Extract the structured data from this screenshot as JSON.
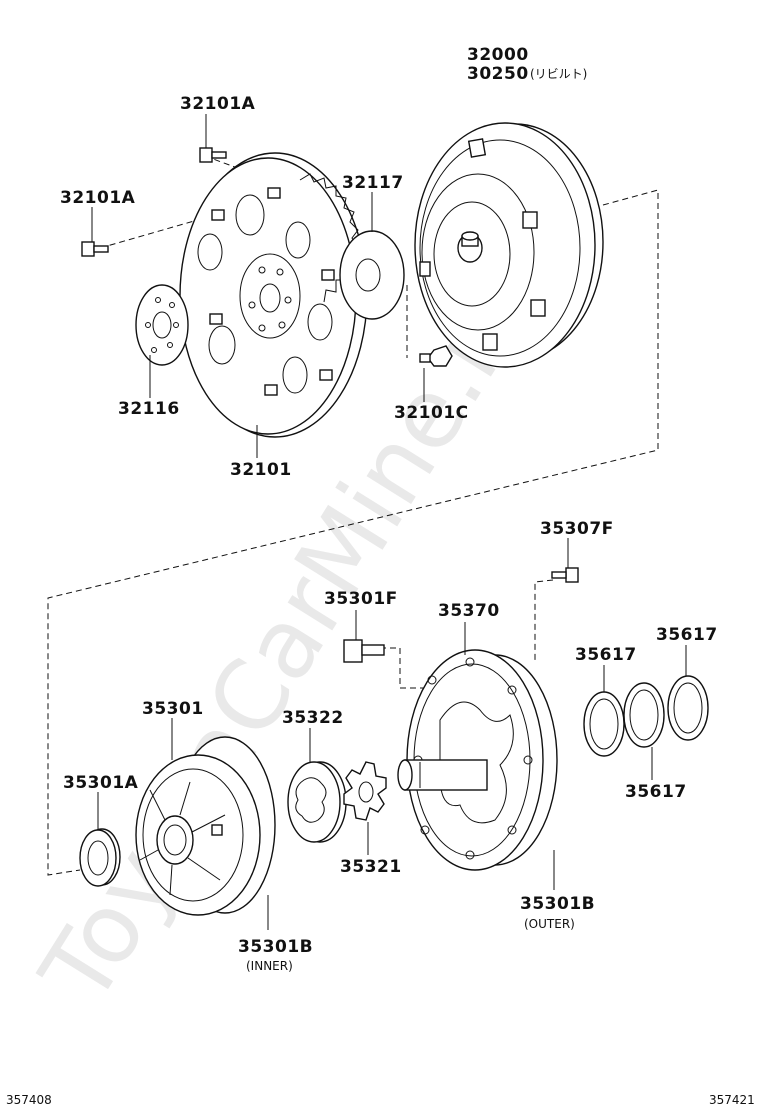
{
  "watermark": "ToyotaCarMine.ru",
  "labels": {
    "p32000": "32000",
    "p30250": "30250",
    "p30250_note": "(リビルト)",
    "p32101A_top": "32101A",
    "p32101A_left": "32101A",
    "p32117": "32117",
    "p32116": "32116",
    "p32101C": "32101C",
    "p32101": "32101",
    "p35307F": "35307F",
    "p35301F": "35301F",
    "p35370": "35370",
    "p35617_a": "35617",
    "p35617_b": "35617",
    "p35617_c": "35617",
    "p35301": "35301",
    "p35322": "35322",
    "p35301A": "35301A",
    "p35321": "35321",
    "p35301B_outer": "35301B",
    "p35301B_outer_note": "(OUTER)",
    "p35301B_inner": "35301B",
    "p35301B_inner_note": "(INNER)"
  },
  "footer": {
    "left_code": "357408",
    "right_code": "357421"
  }
}
